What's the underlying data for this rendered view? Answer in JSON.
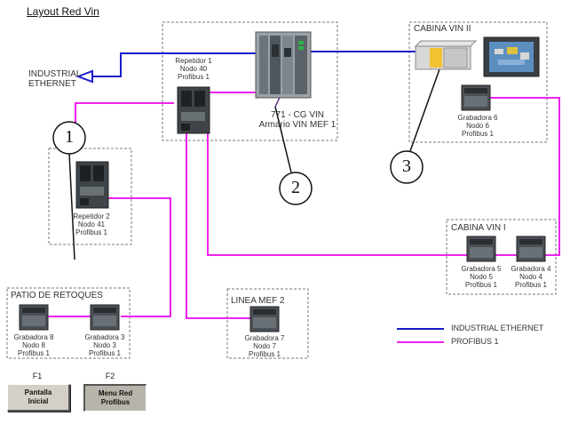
{
  "title": "Layout Red Vin",
  "ethernet_label": [
    "INDUSTRIAL",
    "ETHERNET"
  ],
  "cabinets": {
    "cabina2": "CABINA VIN  II",
    "cabina1": "CABINA VIN  I",
    "patio": "PATIO DE RETOQUES",
    "linea": "LINEA MEF 2"
  },
  "plc_label": [
    "771 - CG VIN",
    "Armario VIN MEF 1"
  ],
  "repeaters": [
    {
      "lines": [
        "Repetidor 1",
        "Nodo 40",
        "Profibus 1"
      ]
    },
    {
      "lines": [
        "Repetidor 2",
        "Nodo 41",
        "Profibus 1"
      ]
    }
  ],
  "devices": [
    {
      "lines": [
        "Grabadora 6",
        "Nodo 6",
        "Profibus 1"
      ]
    },
    {
      "lines": [
        "Grabadora 5",
        "Nodo 5",
        "Profibus 1"
      ]
    },
    {
      "lines": [
        "Grabadora 4",
        "Nodo 4",
        "Profibus 1"
      ]
    },
    {
      "lines": [
        "Grabadora 8",
        "Nodo 8",
        "Profibus 1"
      ]
    },
    {
      "lines": [
        "Grabadora 3",
        "Nodo 3",
        "Profibus 1"
      ]
    },
    {
      "lines": [
        "Grabadora 7",
        "Nodo 7",
        "Profibus 1"
      ]
    }
  ],
  "callouts": [
    "1",
    "2",
    "3"
  ],
  "legend": [
    {
      "label": "INDUSTRIAL ETHERNET",
      "color": "#1a1acc"
    },
    {
      "label": "PROFIBUS 1",
      "color": "#ee22ee"
    }
  ],
  "fkeys": [
    {
      "key": "F1",
      "label": [
        "Pantalla",
        "Inicial"
      ]
    },
    {
      "key": "F2",
      "label": [
        "Menu Red",
        "Profibus"
      ]
    }
  ]
}
